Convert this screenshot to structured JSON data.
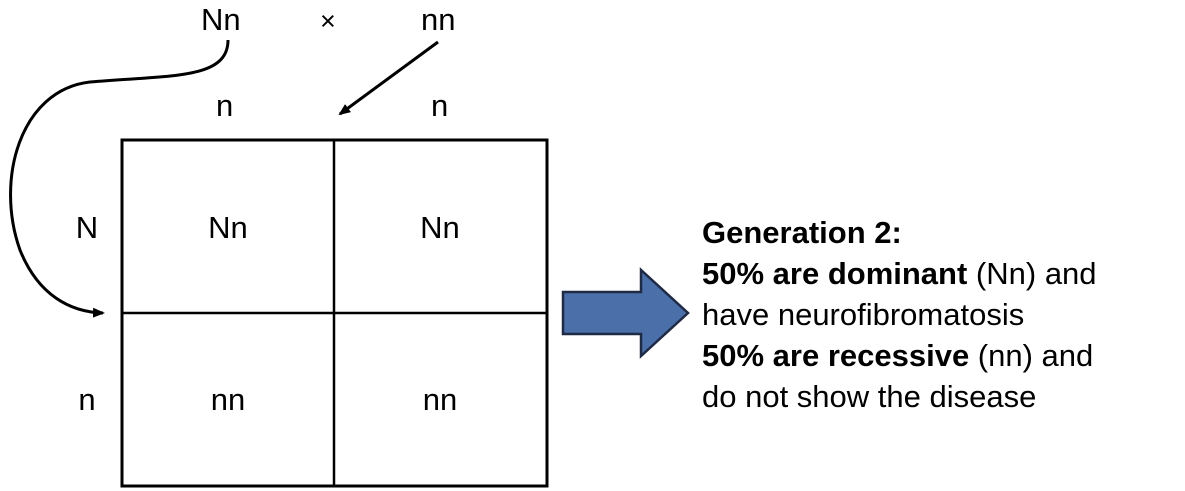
{
  "parents": {
    "left": "Nn",
    "cross": "×",
    "right": "nn"
  },
  "gametes": {
    "top": [
      "n",
      "n"
    ],
    "left": [
      "N",
      "n"
    ]
  },
  "grid": {
    "cells": [
      [
        "Nn",
        "Nn"
      ],
      [
        "nn",
        "nn"
      ]
    ]
  },
  "caption": {
    "heading": "Generation 2:",
    "line1_bold": "50% are dominant",
    "line1_rest": " (Nn) and",
    "line2": "have neurofibromatosis",
    "line3_bold": "50% are recessive",
    "line3_rest": " (nn) and",
    "line4": "do not show the disease"
  },
  "colors": {
    "arrow_fill": "#4a6fa9",
    "arrow_stroke": "#1f2a44",
    "line": "#000000"
  }
}
